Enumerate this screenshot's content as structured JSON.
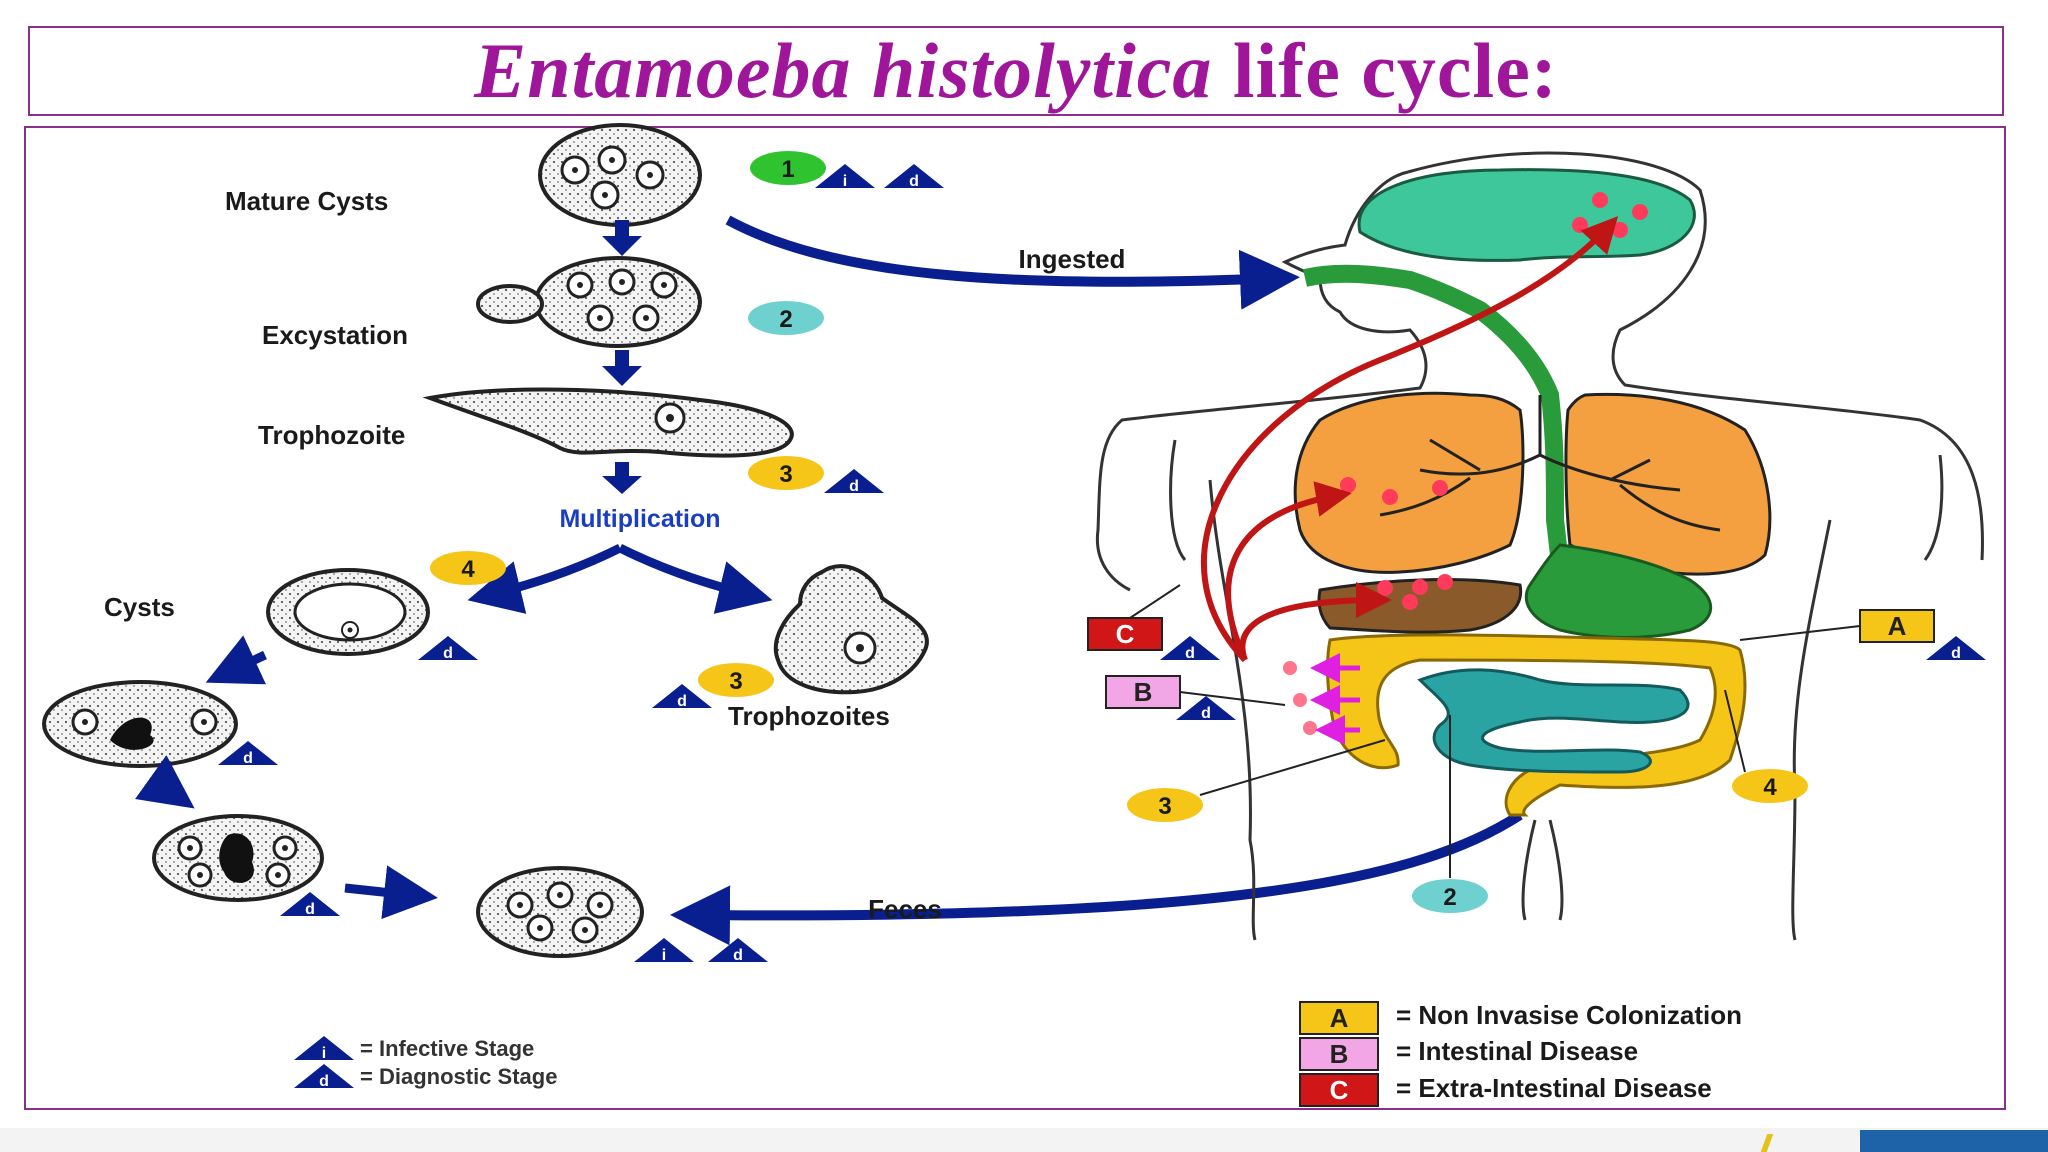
{
  "title": {
    "italic": "Entamoeba histolytica",
    "rest": " life cycle:"
  },
  "stages": {
    "mature_cysts": "Mature Cysts",
    "excystation": "Excystation",
    "trophozoite": "Trophozoite",
    "multiplication": "Multiplication",
    "cysts": "Cysts",
    "trophozoites": "Trophozoites",
    "ingested": "Ingested",
    "feces": "Feces"
  },
  "step_numbers": [
    "1",
    "2",
    "3",
    "4",
    "3",
    "3",
    "4",
    "2"
  ],
  "marker_letters": {
    "infective": "i",
    "diagnostic": "d"
  },
  "boxes": {
    "a": "A",
    "b": "B",
    "c": "C"
  },
  "legend": {
    "infective": "= Infective Stage",
    "diagnostic": "= Diagnostic Stage",
    "a": "= Non Invasise Colonization",
    "b": "= Intestinal Disease",
    "c": "= Extra-Intestinal Disease"
  },
  "colors": {
    "title": "#a0169a",
    "frame": "#8a2f8a",
    "arrow": "#0a1f8f",
    "step1": "#2fc32f",
    "step2": "#6fd0d0",
    "step3_4": "#f5c518",
    "box_a": "#f5c518",
    "box_b": "#f2a6e6",
    "box_c": "#d01616",
    "lungs": "#f5a040",
    "brain": "#3dc79a",
    "gut": "#2a9b3a",
    "intestine": "#f5c518",
    "small_intestine": "#2aa3a3",
    "liver": "#8b5a2b",
    "spread_arrow": "#c01515"
  }
}
